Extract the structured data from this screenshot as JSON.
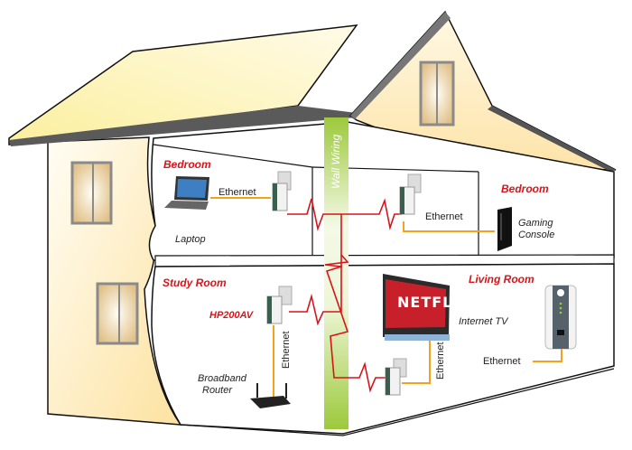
{
  "title": "Powerline home network diagram",
  "colors": {
    "room_label": "#d8141b",
    "powerline_signal": "#d8141b",
    "ethernet_cable": "#f4a21c",
    "wall_wiring": "#9cc93b",
    "house_wall": "#fdf1cf"
  },
  "wall_wiring": {
    "label": "Wall Wiring"
  },
  "rooms": [
    {
      "id": "bedroom-upper-left",
      "label": "Bedroom",
      "device": "Laptop",
      "cable_label": "Ethernet"
    },
    {
      "id": "bedroom-upper-right",
      "label": "Bedroom",
      "device": "Gaming Console",
      "device_lines": [
        "Gaming",
        "Console"
      ],
      "cable_label": "Ethernet"
    },
    {
      "id": "study-room",
      "label": "Study Room",
      "device": "Broadband Router",
      "device_lines": [
        "Broadband",
        "Router"
      ],
      "adapter_label": "HP200AV",
      "cable_label": "Ethernet"
    },
    {
      "id": "living-room",
      "label": "Living Room",
      "device": "Internet TV",
      "cable_label": "Ethernet",
      "tv_brand": "NETFLIX",
      "adapter_cable_label": "Ethernet"
    }
  ]
}
